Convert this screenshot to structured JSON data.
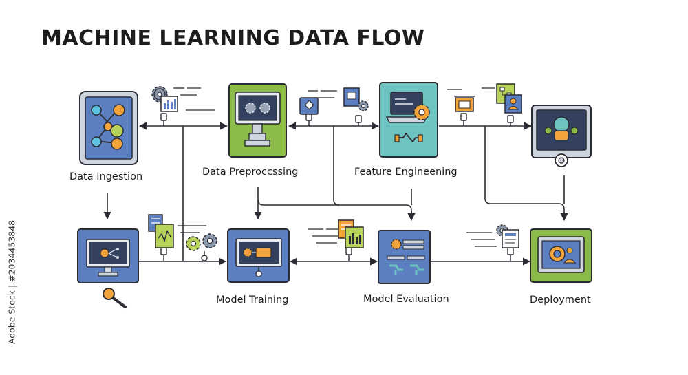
{
  "title": "MACHINE LEARNING DATA FLOW",
  "stages": {
    "data_ingestion": "Data Ingestion",
    "data_preprocessing": "Data Preproccssing",
    "feature_engineering": "Feature Engineening",
    "model_training": "Model Training",
    "model_evaluation": "Model Evaluation",
    "deployment": "Deployment"
  },
  "watermark": "Adobe Stock | #2034453848",
  "colors": {
    "outline": "#2b2b33",
    "blue_panel": "#5b7fc0",
    "green_panel": "#8dbb4a",
    "teal_panel": "#6cc3bf",
    "orange_accent": "#f2a33a",
    "screen_dark": "#34415e"
  }
}
